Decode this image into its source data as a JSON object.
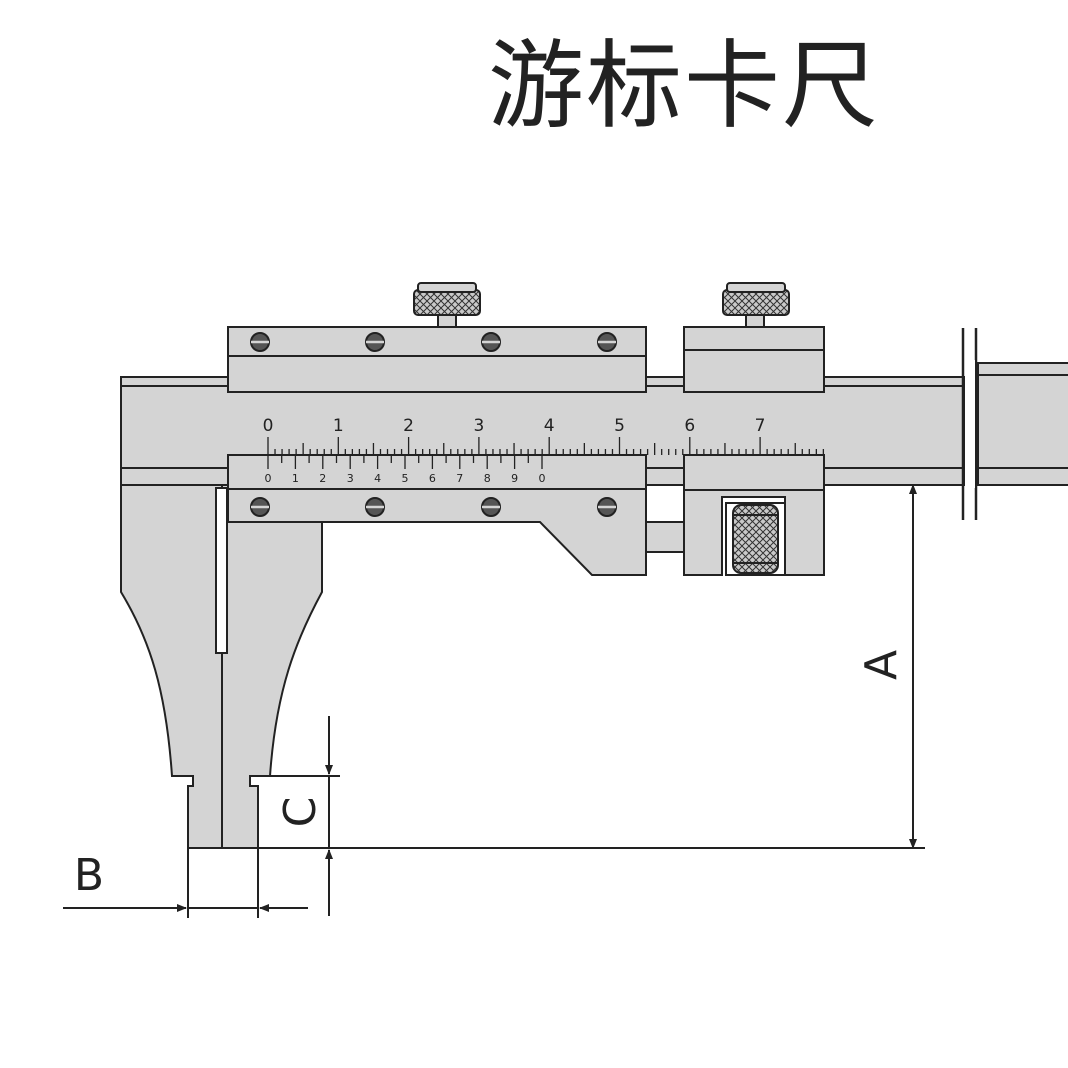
{
  "title": "游标卡尺",
  "colors": {
    "body": "#d4d4d4",
    "outline": "#222222",
    "knurl": "#bdbdbd",
    "background": "#ffffff"
  },
  "main_scale": {
    "labels": [
      "0",
      "1",
      "2",
      "3",
      "4",
      "5",
      "6",
      "7"
    ]
  },
  "vernier_scale": {
    "labels": [
      "0",
      "1",
      "2",
      "3",
      "4",
      "5",
      "6",
      "7",
      "8",
      "9",
      "0"
    ]
  },
  "dimensions": {
    "A": "A",
    "B": "B",
    "C": "C"
  }
}
